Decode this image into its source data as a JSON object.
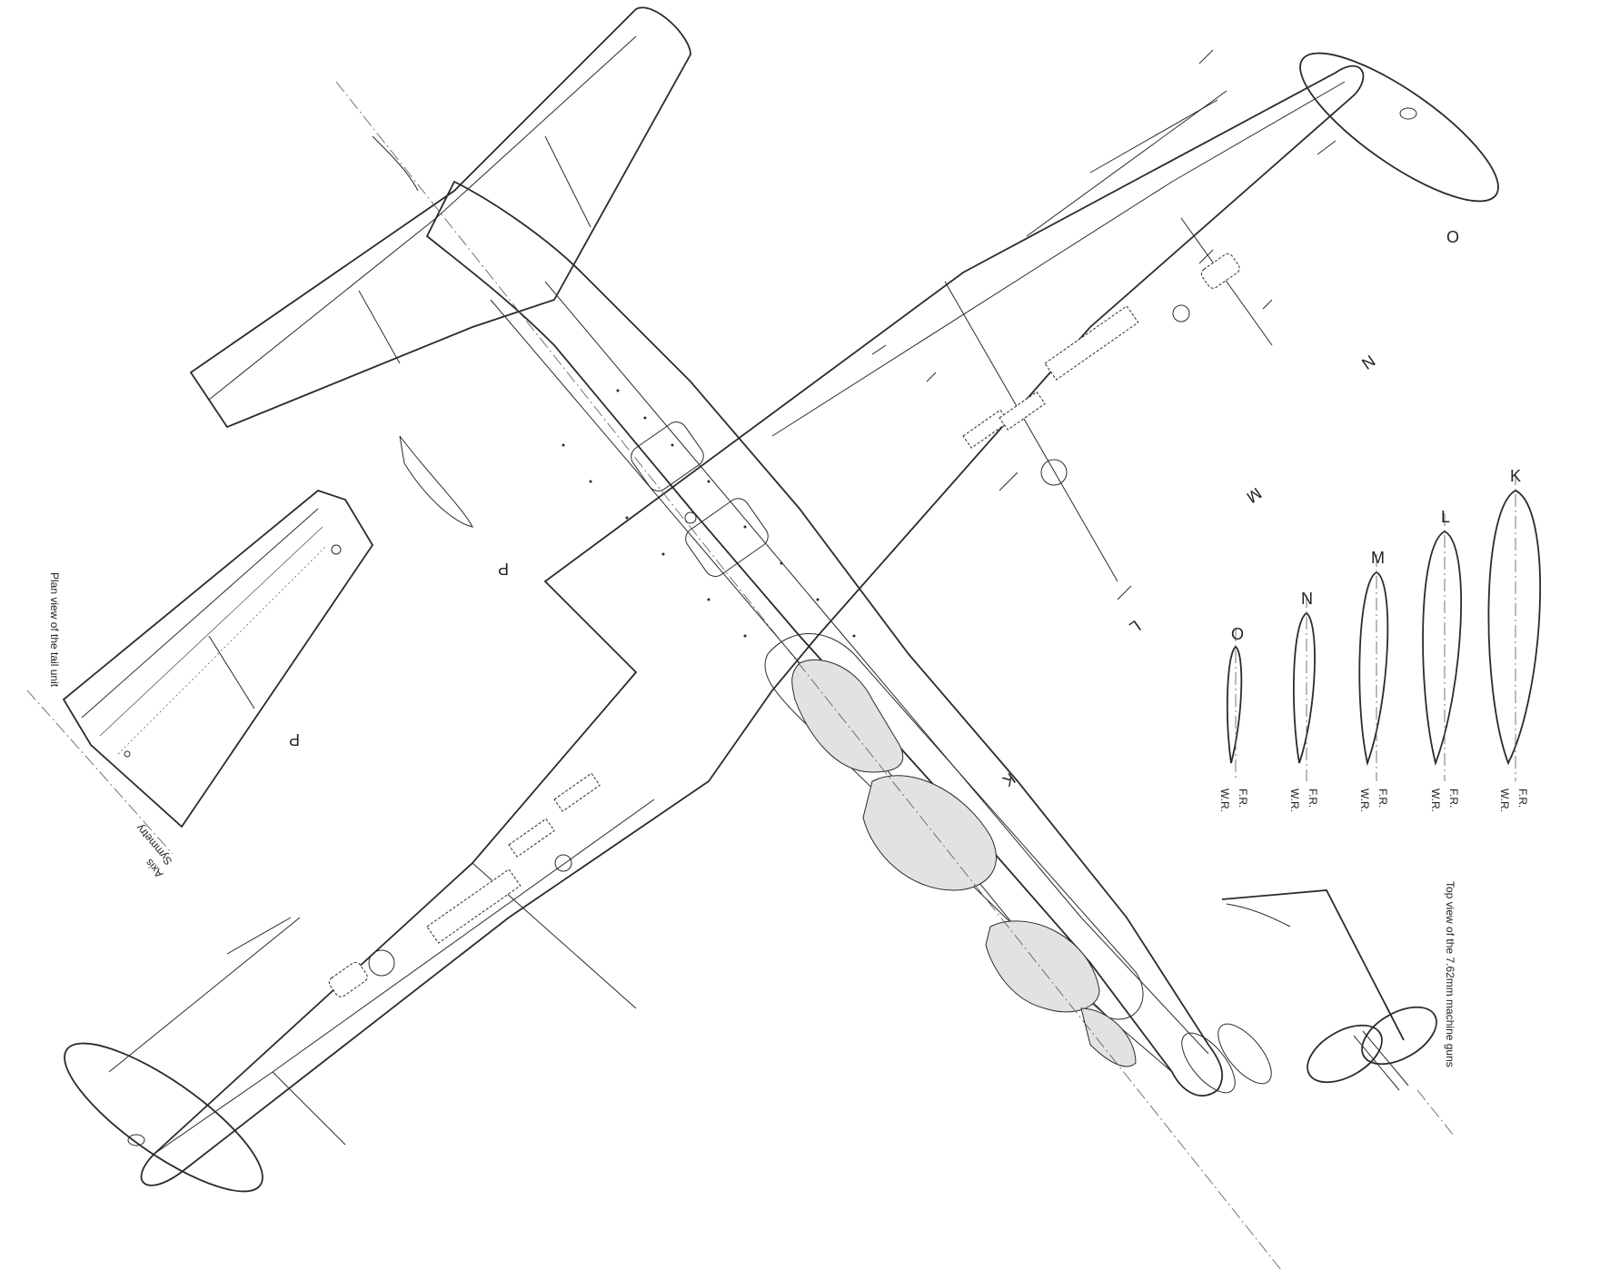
{
  "section_labels": {
    "K": "K",
    "L": "L",
    "M": "M",
    "N": "N",
    "O": "O",
    "P": "P"
  },
  "profile_labels": {
    "fr": "F.R.",
    "wr": "W.R."
  },
  "captions": {
    "tail_unit": "Plan view of the tail unit",
    "symmetry": "Symmetry",
    "axis": "Axis",
    "machine_guns": "Top view of the 7.62mm machine guns"
  }
}
